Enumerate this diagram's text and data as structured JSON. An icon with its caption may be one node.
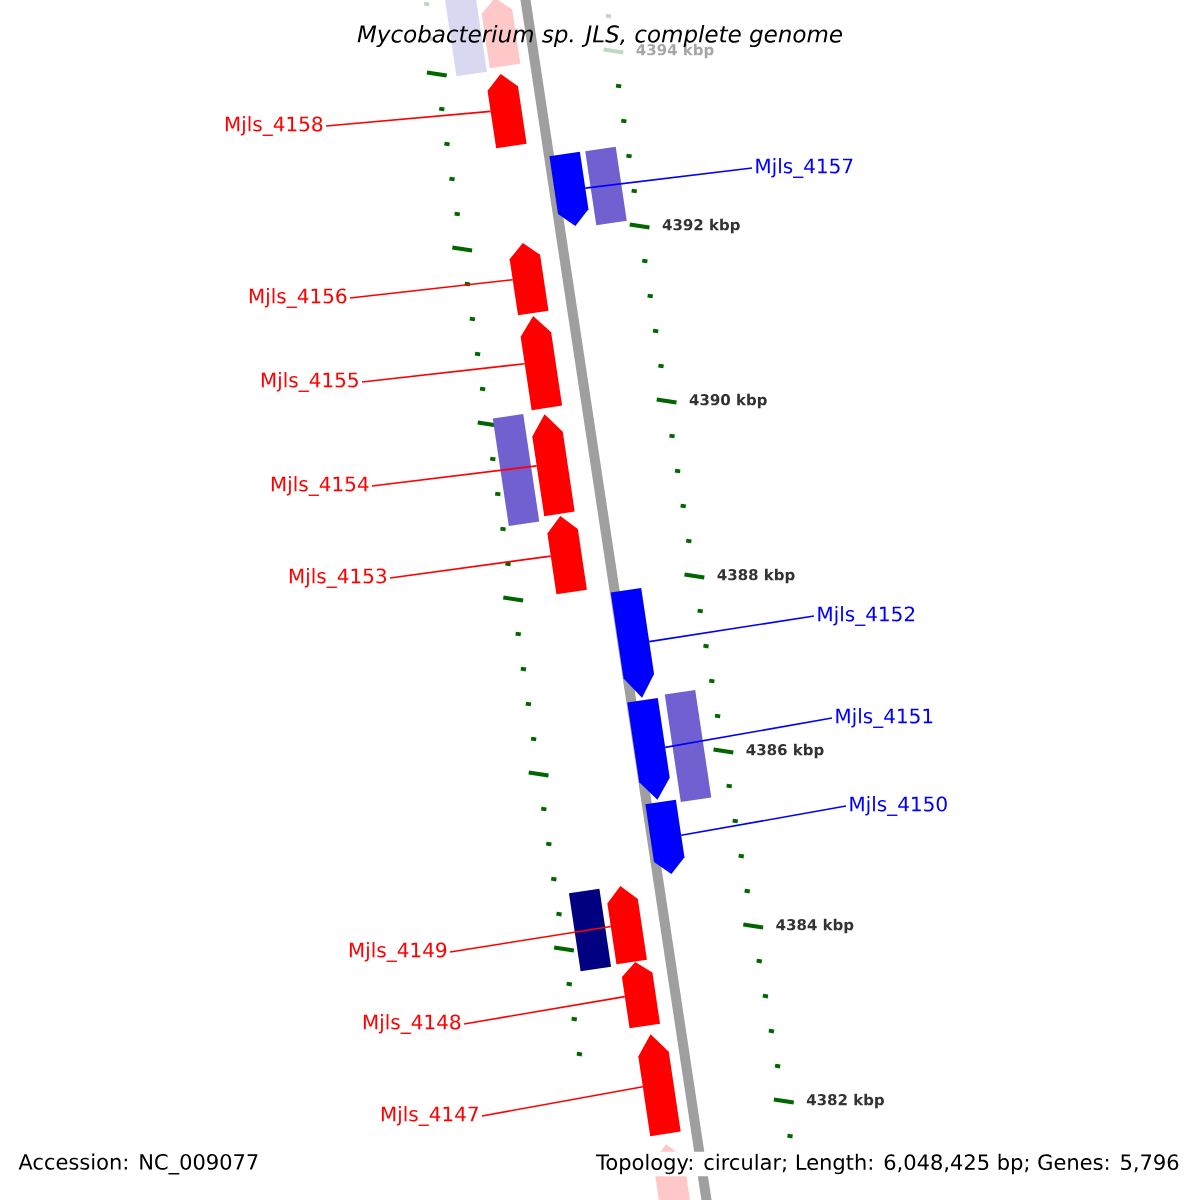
{
  "diagram": {
    "title": "Mycobacterium sp. JLS, complete genome",
    "nodes": [
      {
        "text": [
          "Mjls_4158"
        ]
      },
      {
        "text": [
          "Mjls_4157"
        ]
      },
      {
        "text": [
          "Mjls_4156"
        ]
      },
      {
        "text": [
          "Mjls_4155"
        ]
      },
      {
        "text": [
          "Mjls_4154"
        ]
      },
      {
        "text": [
          "Mjls_4153"
        ]
      },
      {
        "text": [
          "Mjls_4152"
        ]
      },
      {
        "text": [
          "Mjls_4151"
        ]
      },
      {
        "text": [
          "Mjls_4150"
        ]
      },
      {
        "text": [
          "Mjls_4149"
        ]
      },
      {
        "text": [
          "Mjls_4148"
        ]
      },
      {
        "text": [
          "Mjls_4147"
        ]
      },
      {
        "text": [],
        "shape": "arrow"
      },
      {
        "text": [],
        "shape": "arrow"
      },
      {
        "text": [],
        "shape": "arrow"
      },
      {
        "text": [],
        "shape": "arrow"
      },
      {
        "text": [],
        "shape": "arrow"
      },
      {
        "text": [],
        "shape": "arrow"
      },
      {
        "text": [],
        "shape": "arrow"
      },
      {
        "text": [],
        "shape": "arrow"
      },
      {
        "text": [],
        "shape": "arrow"
      },
      {
        "text": [],
        "shape": "arrow"
      },
      {
        "text": [],
        "shape": "arrow"
      },
      {
        "text": [],
        "shape": "arrow"
      }
    ],
    "edges": [
      {
        "from": 0,
        "to": 12,
        "arrow": "none"
      },
      {
        "from": 1,
        "to": 13,
        "arrow": "none",
        "color": "#0000ff"
      },
      {
        "from": 2,
        "to": 14,
        "arrow": "none"
      },
      {
        "from": 3,
        "to": 15,
        "arrow": "none"
      },
      {
        "from": 4,
        "to": 16,
        "arrow": "none"
      },
      {
        "from": 5,
        "to": 17,
        "arrow": "none"
      },
      {
        "from": 6,
        "to": 18,
        "arrow": "none",
        "color": "#0000ff"
      },
      {
        "from": 7,
        "to": 19,
        "arrow": "none",
        "color": "#0000ff"
      },
      {
        "from": 8,
        "to": 20,
        "arrow": "none",
        "color": "#0000ff"
      },
      {
        "from": 9,
        "to": 21,
        "arrow": "none"
      },
      {
        "from": 10,
        "to": 22,
        "arrow": "none"
      },
      {
        "from": 11,
        "to": 23,
        "arrow": "none"
      }
    ],
    "labels": [
      "4394 kbp",
      "4392 kbp",
      "4390 kbp",
      "4388 kbp",
      "4386 kbp",
      "4384 kbp",
      "4382 kbp",
      "Accession: NC_009077",
      "Topology: circular; Length: 6,048,425 bp; Genes: 5,796"
    ]
  }
}
